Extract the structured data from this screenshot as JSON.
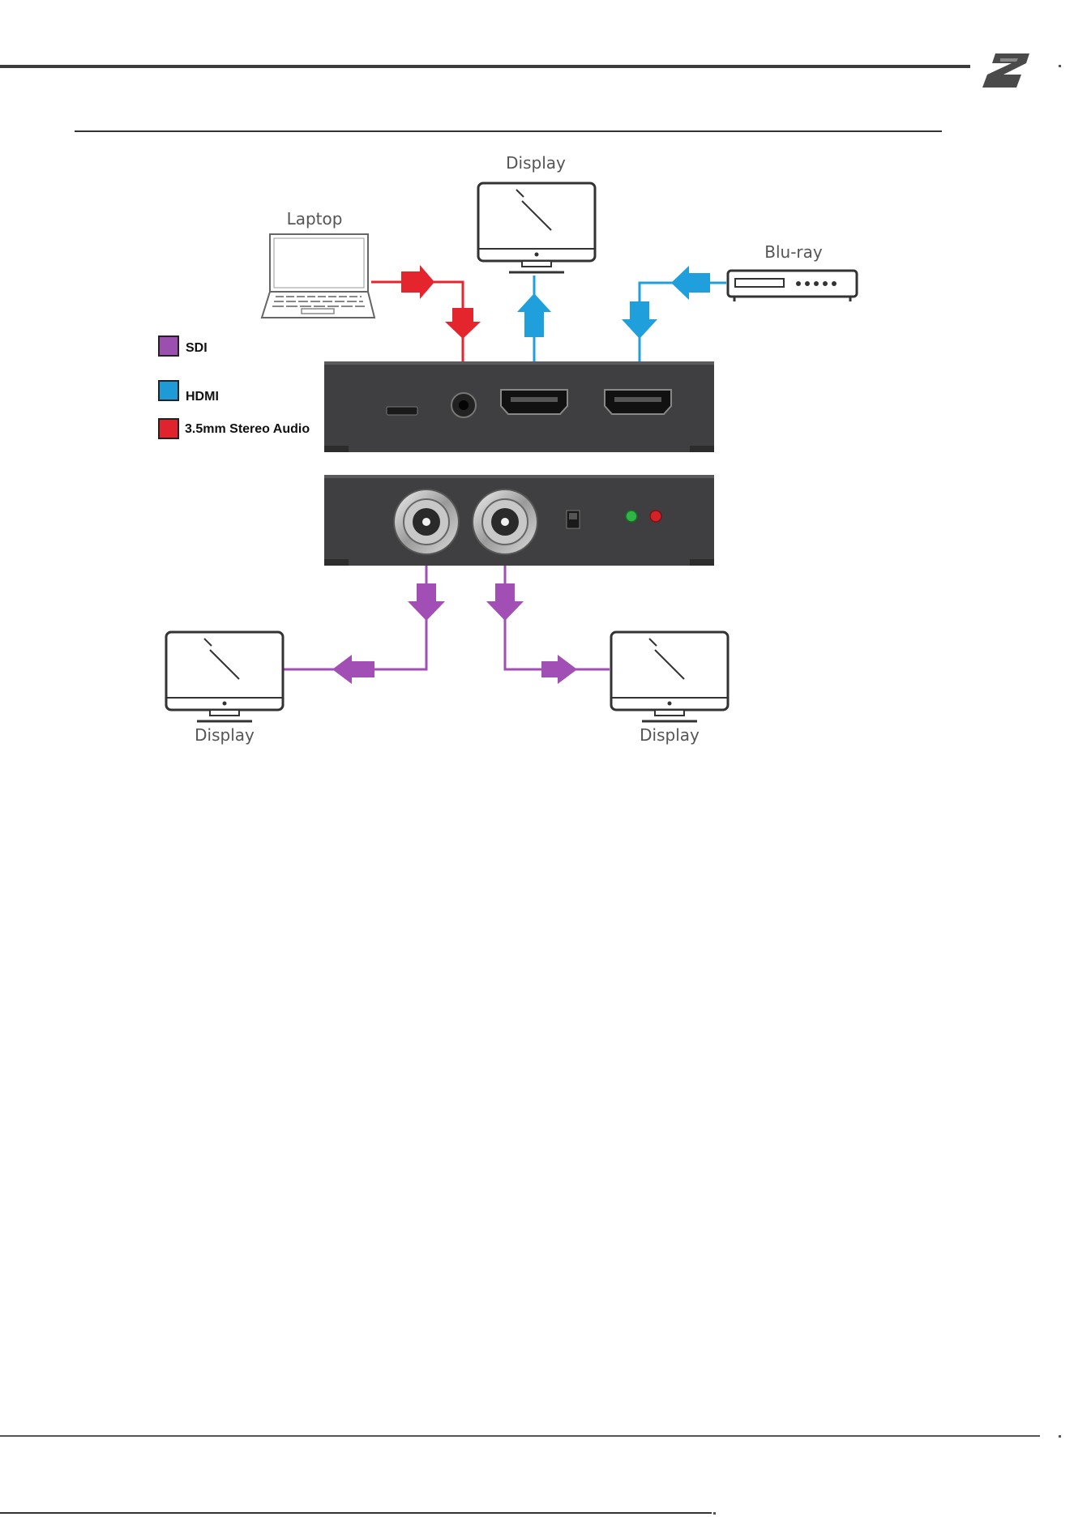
{
  "diagram": {
    "labels": {
      "laptop": "Laptop",
      "display_top": "Display",
      "bluray": "Blu-ray",
      "display_left": "Display",
      "display_right": "Display"
    },
    "legend": [
      {
        "label": "SDI",
        "color": "#9b4fae"
      },
      {
        "label": "HDMI",
        "color": "#1e9ad6"
      },
      {
        "label": "3.5mm Stereo Audio",
        "color": "#e0232c"
      }
    ],
    "colors": {
      "sdi": "#a24fb5",
      "hdmi": "#1fa0dc",
      "audio": "#e5252d",
      "device_body": "#3f3f41",
      "led_green": "#2fb544",
      "led_red": "#d42228"
    },
    "icons": [
      "laptop-icon",
      "monitor-icon",
      "bluray-player-icon",
      "bnc-connector-icon",
      "hdmi-port-icon",
      "audio-jack-icon",
      "usb-port-icon",
      "brand-logo-icon"
    ]
  }
}
